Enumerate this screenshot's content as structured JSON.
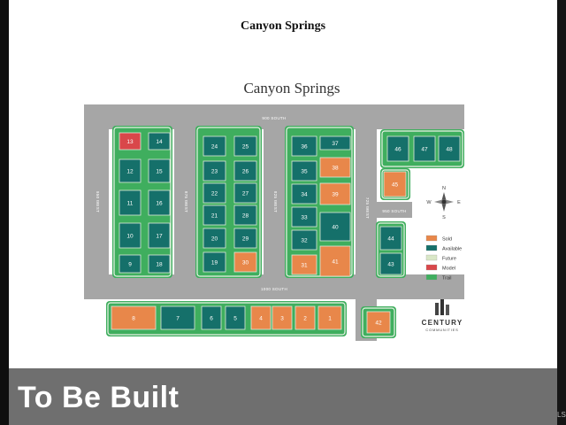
{
  "header": {
    "title": "Canyon Springs"
  },
  "plat": {
    "title": "Canyon Springs",
    "streets": [
      {
        "key": "s900",
        "label": "900 SOUTH"
      },
      {
        "key": "s1000",
        "label": "1000 SOUTH"
      },
      {
        "key": "w950",
        "label": "950 WEST"
      },
      {
        "key": "w875",
        "label": "875 WEST"
      },
      {
        "key": "w825",
        "label": "825 WEST"
      },
      {
        "key": "w725",
        "label": "725 WEST"
      },
      {
        "key": "s950",
        "label": "950 SOUTH"
      }
    ],
    "lots": [
      {
        "id": "13",
        "status": "Model"
      },
      {
        "id": "14",
        "status": "Available"
      },
      {
        "id": "12",
        "status": "Available"
      },
      {
        "id": "15",
        "status": "Available"
      },
      {
        "id": "11",
        "status": "Available"
      },
      {
        "id": "16",
        "status": "Available"
      },
      {
        "id": "10",
        "status": "Available"
      },
      {
        "id": "17",
        "status": "Available"
      },
      {
        "id": "9",
        "status": "Available"
      },
      {
        "id": "18",
        "status": "Available"
      },
      {
        "id": "24",
        "status": "Available"
      },
      {
        "id": "25",
        "status": "Available"
      },
      {
        "id": "23",
        "status": "Available"
      },
      {
        "id": "26",
        "status": "Available"
      },
      {
        "id": "22",
        "status": "Available"
      },
      {
        "id": "27",
        "status": "Available"
      },
      {
        "id": "21",
        "status": "Available"
      },
      {
        "id": "28",
        "status": "Available"
      },
      {
        "id": "20",
        "status": "Available"
      },
      {
        "id": "29",
        "status": "Available"
      },
      {
        "id": "19",
        "status": "Available"
      },
      {
        "id": "30",
        "status": "Sold"
      },
      {
        "id": "36",
        "status": "Available"
      },
      {
        "id": "37",
        "status": "Available"
      },
      {
        "id": "35",
        "status": "Available"
      },
      {
        "id": "38",
        "status": "Sold"
      },
      {
        "id": "34",
        "status": "Available"
      },
      {
        "id": "39",
        "status": "Sold"
      },
      {
        "id": "33",
        "status": "Available"
      },
      {
        "id": "32",
        "status": "Available"
      },
      {
        "id": "40",
        "status": "Available"
      },
      {
        "id": "31",
        "status": "Sold"
      },
      {
        "id": "41",
        "status": "Sold"
      },
      {
        "id": "46",
        "status": "Available"
      },
      {
        "id": "47",
        "status": "Available"
      },
      {
        "id": "48",
        "status": "Available"
      },
      {
        "id": "45",
        "status": "Sold"
      },
      {
        "id": "44",
        "status": "Available"
      },
      {
        "id": "43",
        "status": "Available"
      },
      {
        "id": "8",
        "status": "Sold"
      },
      {
        "id": "7",
        "status": "Available"
      },
      {
        "id": "6",
        "status": "Available"
      },
      {
        "id": "5",
        "status": "Available"
      },
      {
        "id": "4",
        "status": "Sold"
      },
      {
        "id": "3",
        "status": "Sold"
      },
      {
        "id": "2",
        "status": "Sold"
      },
      {
        "id": "1",
        "status": "Sold"
      },
      {
        "id": "42",
        "status": "Sold"
      }
    ],
    "legend": [
      {
        "label": "Sold",
        "color": "#e8874a"
      },
      {
        "label": "Available",
        "color": "#15706a"
      },
      {
        "label": "Future",
        "color": "#d9e7c7"
      },
      {
        "label": "Model",
        "color": "#d9474a"
      },
      {
        "label": "Trail",
        "color": "#3fae5e"
      }
    ],
    "compass": {
      "n": "N",
      "e": "E",
      "s": "S",
      "w": "W"
    },
    "brand": {
      "name": "CENTURY",
      "sub": "COMMUNITIES"
    }
  },
  "status_colors": {
    "Sold": "#e8874a",
    "Available": "#15706a",
    "Model": "#d9474a",
    "Future": "#d9e7c7",
    "Trail": "#3fae5e",
    "road": "#a6a6a6",
    "lot_border": "#e9f2e6"
  },
  "banner": {
    "text": "To Be Built"
  },
  "corner_tag": "LS"
}
